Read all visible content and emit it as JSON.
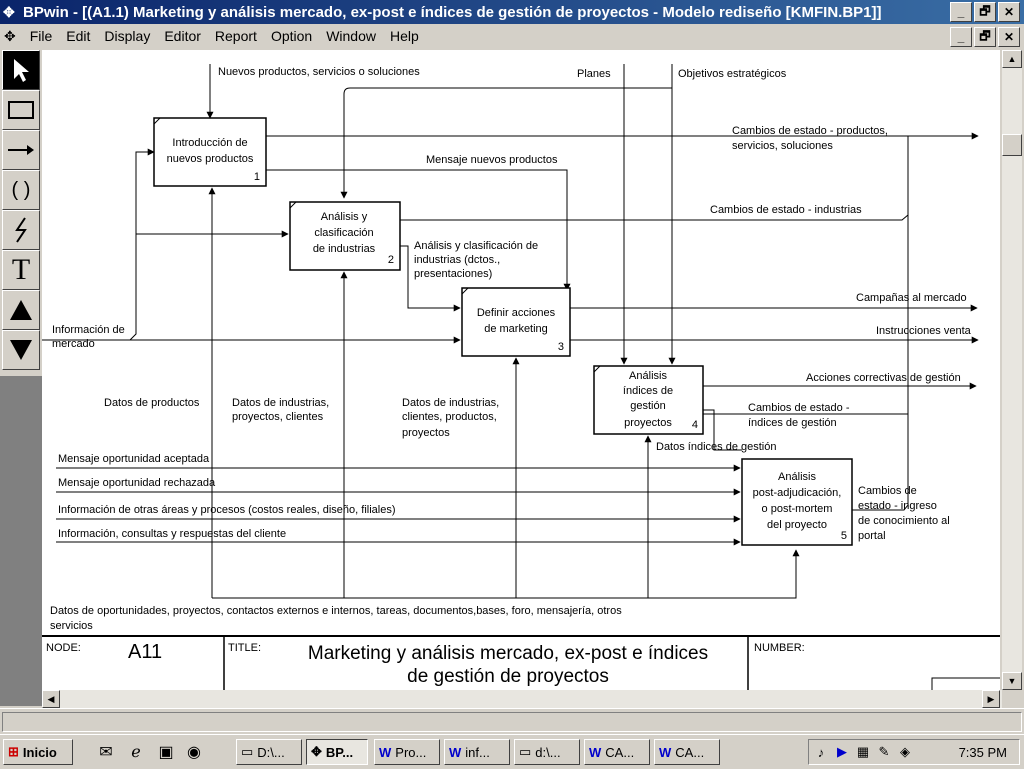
{
  "window": {
    "title": "BPwin - [(A1.1)  Marketing y análisis mercado, ex-post e índices de gestión de proyectos - Modelo rediseño  [KMFIN.BP1]]",
    "min": "_",
    "max": "🗗",
    "close": "✕"
  },
  "menu": [
    "File",
    "Edit",
    "Display",
    "Editor",
    "Report",
    "Option",
    "Window",
    "Help"
  ],
  "tools": [
    "pointer-tool",
    "box-tool",
    "arrow-tool",
    "squiggle-tool",
    "bolt-tool",
    "text-tool",
    "up-tool",
    "down-tool"
  ],
  "diagram": {
    "boxes": [
      {
        "lines": [
          "Introducción de",
          "nuevos productos"
        ],
        "num": "1"
      },
      {
        "lines": [
          "Análisis y",
          "clasificación",
          "de industrias"
        ],
        "num": "2"
      },
      {
        "lines": [
          "Definir acciones",
          "de marketing"
        ],
        "num": "3"
      },
      {
        "lines": [
          "Análisis",
          "índices de",
          "gestión",
          "proyectos"
        ],
        "num": "4"
      },
      {
        "lines": [
          "Análisis",
          "post-adjudicación,",
          "o post-mortem",
          "del proyecto"
        ],
        "num": "5"
      }
    ],
    "labels": {
      "nuevos_productos": "Nuevos productos, servicios o soluciones",
      "planes": "Planes",
      "objetivos": "Objetivos estratégicos",
      "cambios_productos_1": "Cambios de estado - productos,",
      "cambios_productos_2": "servicios, soluciones",
      "mensaje_nuevos": "Mensaje nuevos productos",
      "cambios_industrias": "Cambios de estado - industrias",
      "analisis_clas_1": "Análisis y clasificación de",
      "analisis_clas_2": "industrias (dctos.,",
      "analisis_clas_3": "presentaciones)",
      "campanas": "Campañas al mercado",
      "instrucciones": "Instrucciones venta",
      "info_mercado_1": "Información de",
      "info_mercado_2": "mercado",
      "acciones_correctivas": "Acciones correctivas de gestión",
      "cambios_indices_1": "Cambios de estado -",
      "cambios_indices_2": "índices de gestión",
      "datos_productos": "Datos de productos",
      "datos_ind_1": "Datos de industrias,",
      "datos_ind_2": "proyectos, clientes",
      "datos_ind_b1": "Datos de industrias,",
      "datos_ind_b2": "clientes, productos,",
      "datos_ind_b3": "proyectos",
      "datos_indices": "Datos índices de gestión",
      "msg_aceptada": "Mensaje oportunidad aceptada",
      "msg_rechazada": "Mensaje oportunidad rechazada",
      "info_otras": "Información de otras áreas y procesos (costos reales, diseño, filiales)",
      "info_consultas": "Información, consultas y respuestas del cliente",
      "cambios_ingreso_1": "Cambios de",
      "cambios_ingreso_2": "estado - ingreso",
      "cambios_ingreso_3": "de conocimiento al",
      "cambios_ingreso_4": "portal",
      "datos_oport_1": "Datos de oportunidades, proyectos, contactos externos e internos, tareas, documentos,bases, foro, mensajería, otros",
      "datos_oport_2": "servicios"
    },
    "footer": {
      "node_label": "NODE:",
      "node": "A11",
      "title_label": "TITLE:",
      "title_1": "Marketing y análisis mercado, ex-post e índices",
      "title_2": "de gestión de proyectos",
      "number_label": "NUMBER:"
    }
  },
  "taskbar": {
    "start": "Inicio",
    "tasks": [
      "D:\\...",
      "BP...",
      "Pro...",
      "inf...",
      "d:\\...",
      "CA...",
      "CA..."
    ],
    "clock": "7:35 PM"
  }
}
